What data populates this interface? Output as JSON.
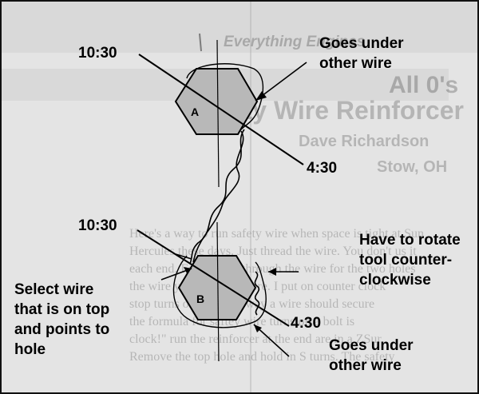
{
  "labels": {
    "goes_under_top": "Goes under\nother wire",
    "time_top_left": "10:30",
    "time_top_right": "4:30",
    "time_bottom_left": "10:30",
    "time_bottom_right": "4:30",
    "rotate_note": "Have to rotate\ntool counter-\nclockwise",
    "select_wire": "Select wire\nthat is on top\nand points to\nhole",
    "goes_under_bottom": "Goes under\nother wire"
  },
  "hex_labels": {
    "top": "A",
    "bottom": "B"
  },
  "background_text": {
    "banner": "Everything Engines",
    "big": "All 0's",
    "title": "Safety Wire Reinforcer",
    "author": "Dave Richardson",
    "city": "Stow, OH",
    "body_lines": [
      "Here's a way to run safety wire when space is tight at Sun",
      "Hercules these days. Just thread the wire. You don't us it",
      "each end. Fold points through the wire for the two holes",
      "the wire your hole but here. I put on counter clock",
      "stop turns on bolts the way a wire should secure",
      "the formula for saftey wire turns on a bolt is",
      "clock!\" run the reinforcer at the end are in a ZSur",
      "Remove the top hole and hold in S turns. The safety"
    ]
  },
  "colors": {
    "line": "#000000",
    "hexagon_fill": "#b8b8b8",
    "background": "#e4e4e4"
  }
}
